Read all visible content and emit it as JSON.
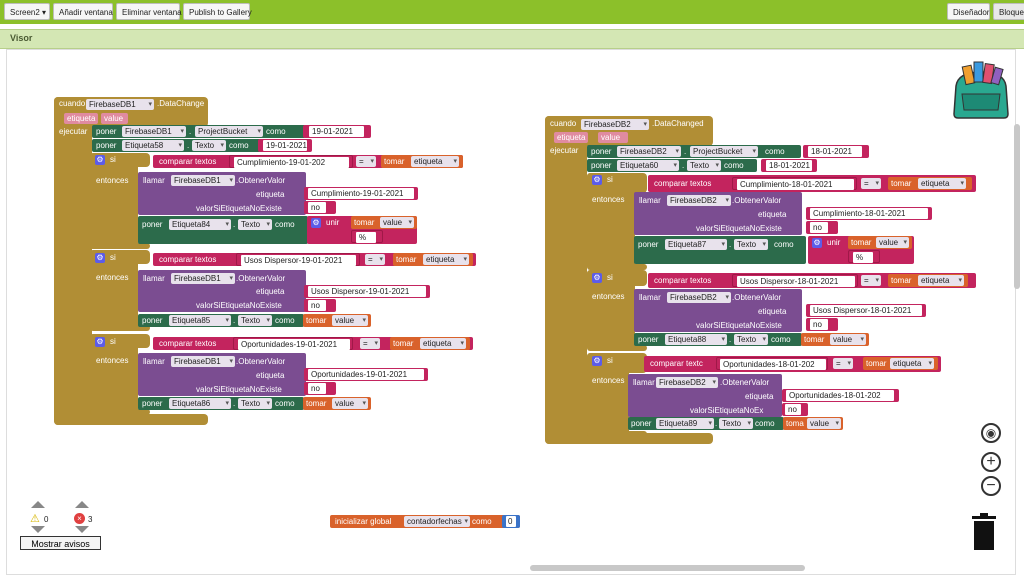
{
  "toolbar": {
    "screen": "Screen2",
    "add_window": "Añadir ventana",
    "remove_window": "Eliminar ventana",
    "publish": "Publish to Gallery",
    "designer": "Diseñador",
    "blocks": "Bloques"
  },
  "visor": {
    "title": "Visor"
  },
  "kw": {
    "cuando": "cuando",
    "etiqueta": "etiqueta",
    "value": "value",
    "ejecutar": "ejecutar",
    "poner": "poner",
    "como": "como",
    "si": "si",
    "entonces": "entonces",
    "comparar": "comparar textos",
    "comparar_trunc": "comparar textc",
    "tomar": "tomar",
    "llamar": "llamar",
    "obtener": ".ObtenerValor",
    "etiqueta_lbl": "etiqueta",
    "valorsi": "valorSiEtiquetaNoExiste",
    "valorsi_trunc": "valorSiEtiquetaNoEx",
    "unir": "unir",
    "pct": "%",
    "no": "no",
    "eq": "=",
    "dot": ".",
    "data_changed": ".DataChange",
    "data_changed_full": ".DataChanged",
    "tomar_trunc": "tomar",
    "tomar_t2": "toma"
  },
  "left": {
    "component": "FirebaseDB1",
    "bucket_prop": "ProjectBucket",
    "bucket_value": "19-01-2021",
    "lbl0": "Etiqueta58",
    "texto": "Texto",
    "lbl0_value": "19-01-2021",
    "if1": {
      "cmp": "Cumplimiento-19-01-202",
      "tag": "Cumplimiento-19-01-2021",
      "target": "Etiqueta84"
    },
    "if2": {
      "cmp": "Usos Dispersor-19-01-2021",
      "tag": "Usos Dispersor-19-01-2021",
      "target": "Etiqueta85"
    },
    "if3": {
      "cmp": "Oportunidades-19-01-2021",
      "tag": "Oportunidades-19-01-2021",
      "target": "Etiqueta86"
    }
  },
  "right": {
    "component": "FirebaseDB2",
    "bucket_prop": "ProjectBucket",
    "bucket_value": "18-01-2021",
    "lbl0": "Etiqueta60",
    "texto": "Texto",
    "lbl0_value": "18-01-2021",
    "if1": {
      "cmp": "Cumplimiento-18-01-2021",
      "tag": "Cumplimiento-18-01-2021",
      "target": "Etiqueta87"
    },
    "if2": {
      "cmp": "Usos Dispersor-18-01-2021",
      "tag": "Usos Dispersor-18-01-2021",
      "target": "Etiqueta88"
    },
    "if3": {
      "cmp": "Oportunidades-18-01-202",
      "tag": "Oportunidades-18-01-202",
      "target": "Etiqueta89"
    }
  },
  "global": {
    "label": "inicializar global",
    "name": "contadorfechas",
    "como": "como",
    "value": "0"
  },
  "warnings": {
    "count_warn": "0",
    "count_err": "3",
    "button": "Mostrar avisos"
  },
  "colors": {
    "event": "#b18e35",
    "proc": "#7b4d91",
    "set": "#2c6b4b",
    "text": "#c3245e",
    "var": "#d9622b",
    "math": "#3a73c8"
  }
}
